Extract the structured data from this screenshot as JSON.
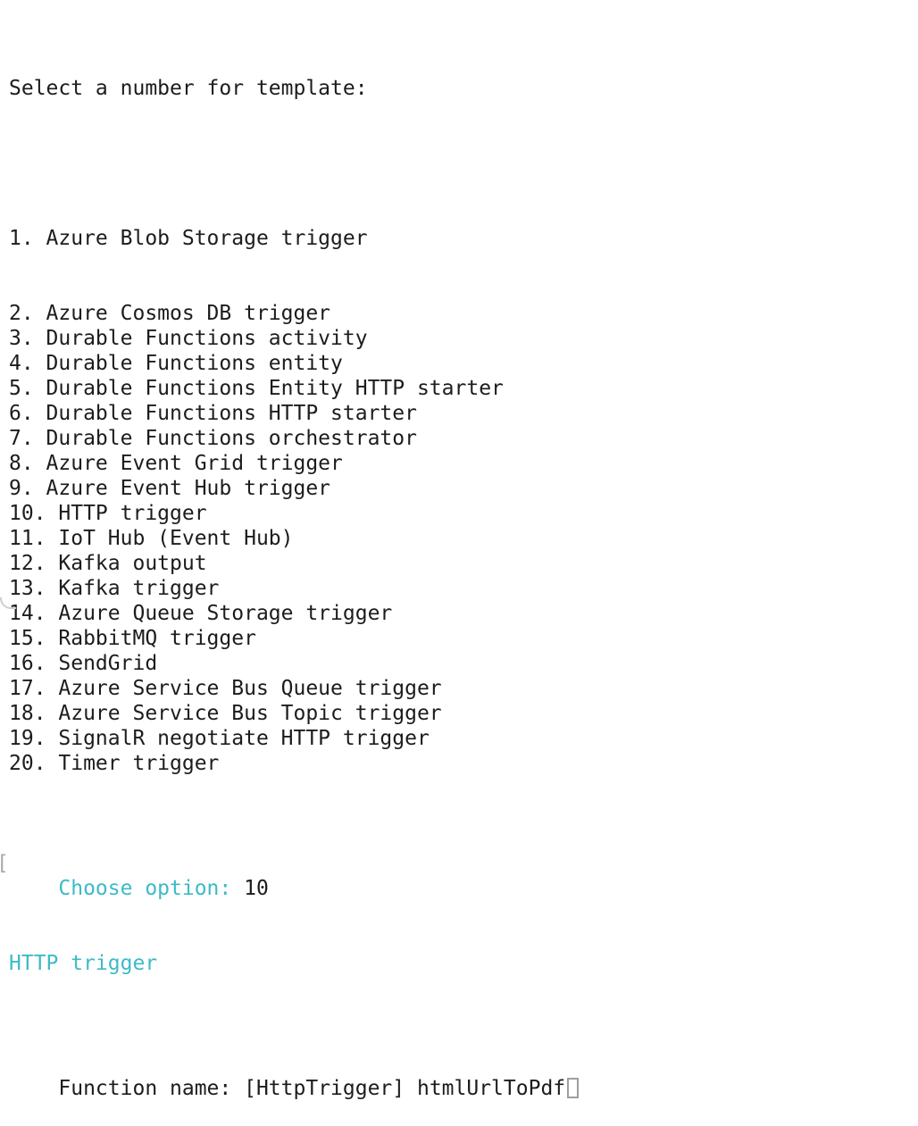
{
  "terminal": {
    "header": "Select a number for template:",
    "options": [
      "1. Azure Blob Storage trigger",
      "2. Azure Cosmos DB trigger",
      "3. Durable Functions activity",
      "4. Durable Functions entity",
      "5. Durable Functions Entity HTTP starter",
      "6. Durable Functions HTTP starter",
      "7. Durable Functions orchestrator",
      "8. Azure Event Grid trigger",
      "9. Azure Event Hub trigger",
      "10. HTTP trigger",
      "11. IoT Hub (Event Hub)",
      "12. Kafka output",
      "13. Kafka trigger",
      "14. Azure Queue Storage trigger",
      "15. RabbitMQ trigger",
      "16. SendGrid",
      "17. Azure Service Bus Queue trigger",
      "18. Azure Service Bus Topic trigger",
      "19. SignalR negotiate HTTP trigger",
      "20. Timer trigger"
    ],
    "choose_line": {
      "bracket": "[",
      "prompt": "Choose option:",
      "value": "10"
    },
    "selected_template": "HTTP trigger",
    "function_name_line": {
      "prompt": "Function name:",
      "default_hint": "[HttpTrigger]",
      "input_value": "htmlUrlToPdf"
    },
    "colors": {
      "foreground": "#1c1c1c",
      "accent_cyan": "#3dbac7",
      "bracket_gray": "#a9a9a9",
      "cursor_gray": "#9e9e9e",
      "background": "#ffffff"
    }
  }
}
